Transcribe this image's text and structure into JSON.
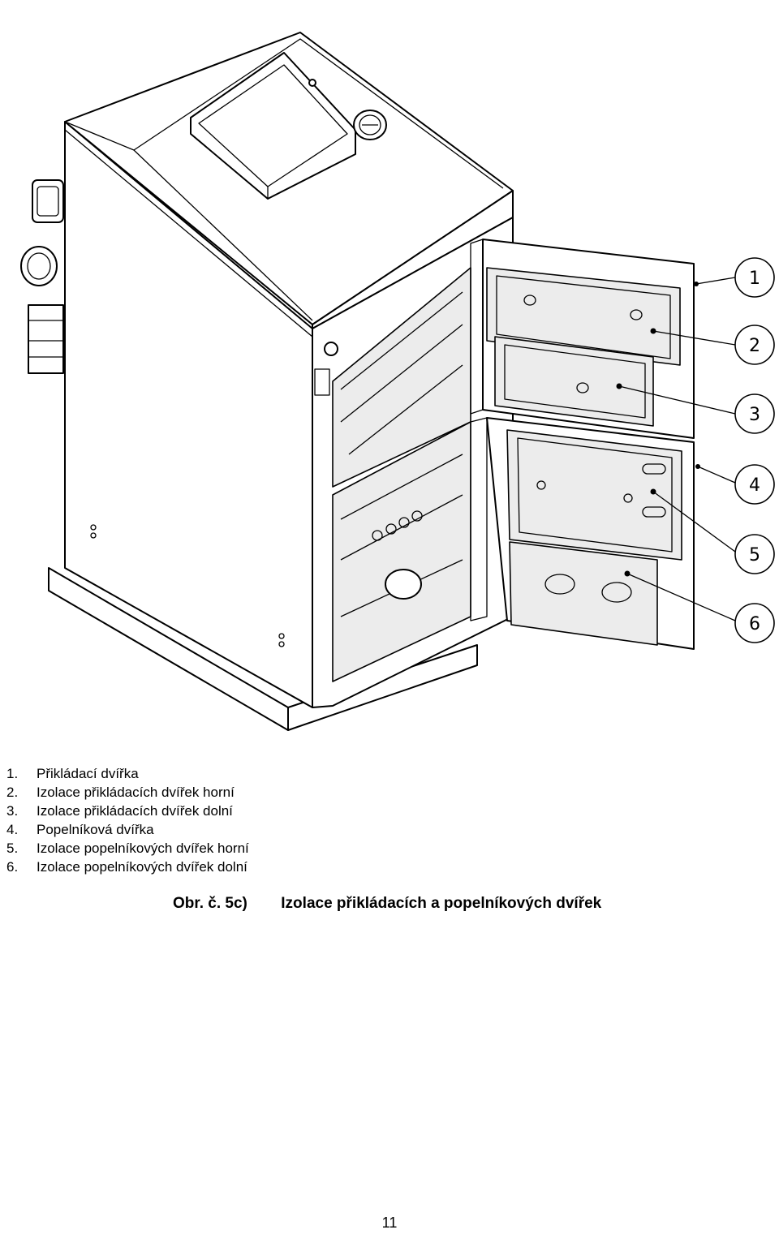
{
  "callouts": [
    "1",
    "2",
    "3",
    "4",
    "5",
    "6"
  ],
  "legend": [
    {
      "num": "1.",
      "text": "Přikládací dvířka"
    },
    {
      "num": "2.",
      "text": "Izolace přikládacích dvířek horní"
    },
    {
      "num": "3.",
      "text": "Izolace přikládacích dvířek dolní"
    },
    {
      "num": "4.",
      "text": "Popelníková dvířka"
    },
    {
      "num": "5.",
      "text": "Izolace popelníkových dvířek horní"
    },
    {
      "num": "6.",
      "text": "Izolace popelníkových dvířek dolní"
    }
  ],
  "caption": {
    "label": "Obr. č. 5c)",
    "title": "Izolace přikládacích a popelníkových dvířek"
  },
  "page_number": "11"
}
